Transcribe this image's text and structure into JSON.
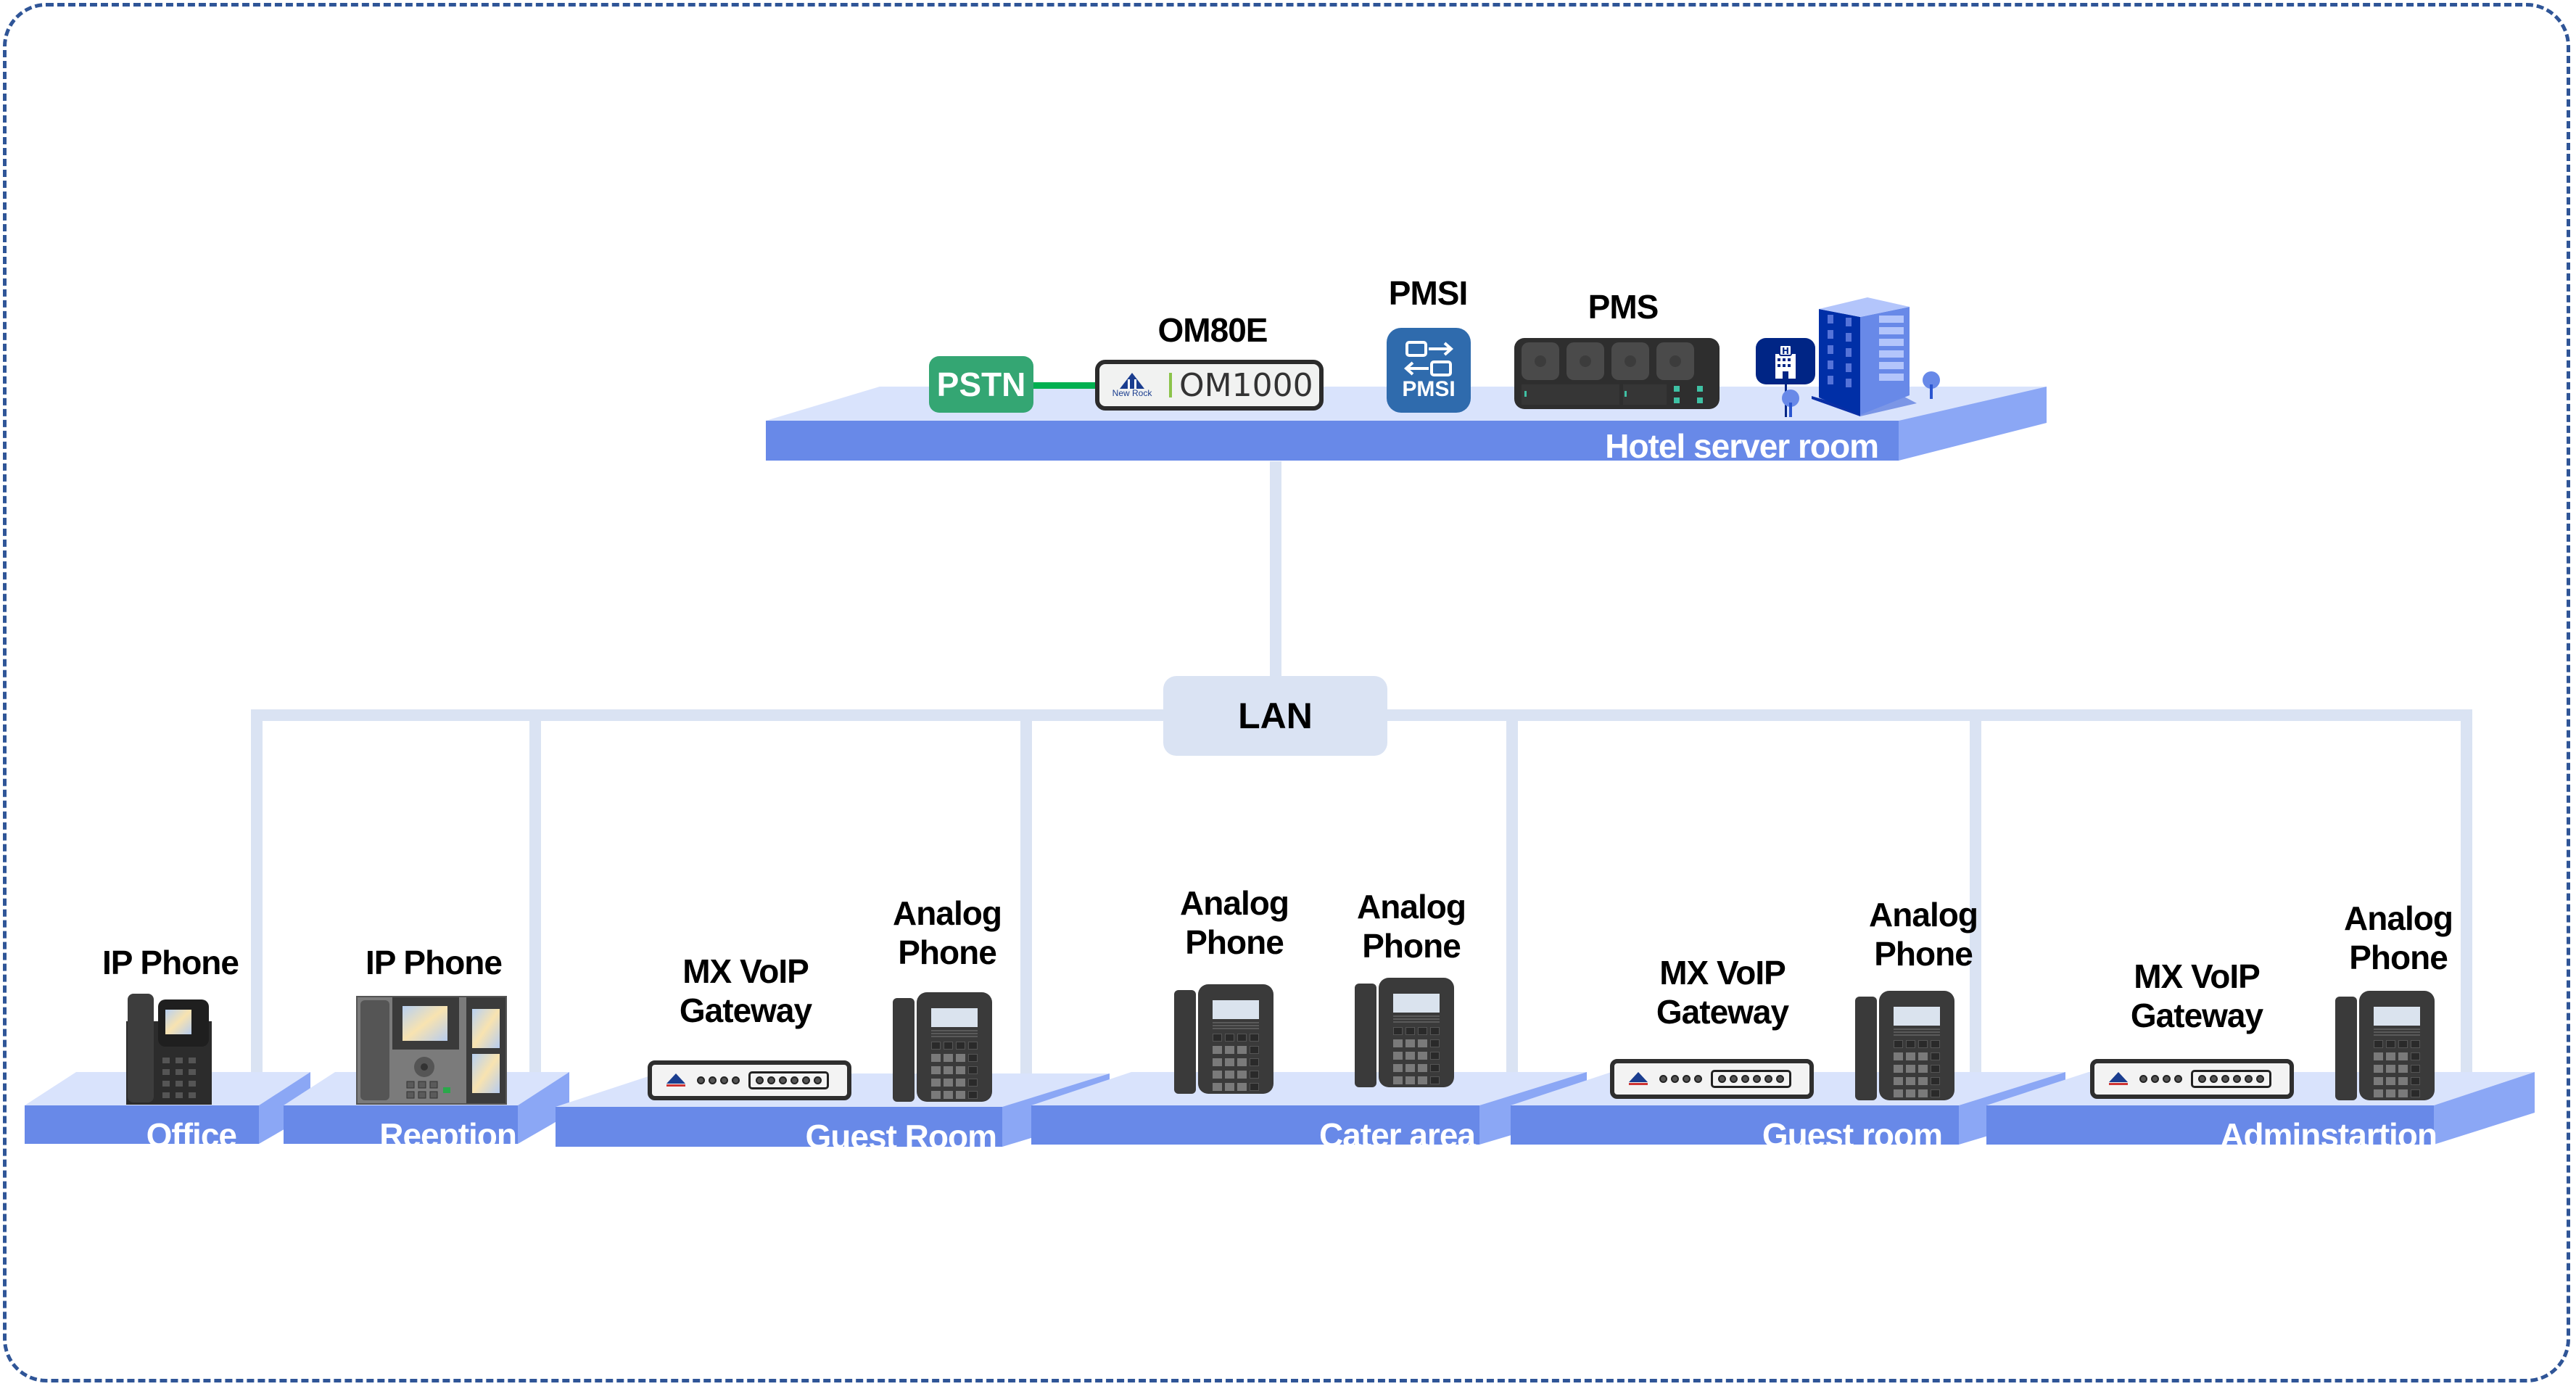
{
  "title": "Hotel VoIP network topology",
  "colors": {
    "frame_border": "#2f5597",
    "platform_front": "#6889e8",
    "platform_top": "#d9e3fc",
    "platform_side": "#8ba7f5",
    "lan_bus": "#dae3f3",
    "pstn": "#34a673",
    "pstn_link": "#00b050",
    "pmsi": "#2f6bad",
    "hotel_pin": "#002585"
  },
  "server_room": {
    "name": "Hotel server room",
    "pstn": {
      "label": "PSTN",
      "icon": "pstn-badge"
    },
    "om80e": {
      "label": "OM80E",
      "device_model": "OM1000",
      "brand": "New Rock",
      "icon": "ippbx-device-icon"
    },
    "pmsi": {
      "label": "PMSI",
      "icon_text": "PMSI",
      "icon": "exchange-arrows-icon"
    },
    "pms": {
      "label": "PMS",
      "icon": "server-device-icon"
    },
    "hotel": {
      "icon": "hotel-building-icon",
      "pin_text": "H"
    }
  },
  "lan": {
    "label": "LAN"
  },
  "areas": [
    {
      "name": "Office",
      "devices": [
        {
          "label": "IP Phone",
          "type": "ip-phone"
        }
      ]
    },
    {
      "name": "Reeption",
      "devices": [
        {
          "label": "IP Phone",
          "type": "ip-phone-pro"
        }
      ]
    },
    {
      "name": "Guest Room",
      "devices": [
        {
          "label": "MX VoIP\nGateway",
          "type": "voip-gateway"
        },
        {
          "label": "Analog\nPhone",
          "type": "analog-phone"
        }
      ]
    },
    {
      "name": "Cater area",
      "devices": [
        {
          "label": "Analog\nPhone",
          "type": "analog-phone"
        },
        {
          "label": "Analog\nPhone",
          "type": "analog-phone"
        }
      ]
    },
    {
      "name": "Guest room",
      "devices": [
        {
          "label": "MX VoIP\nGateway",
          "type": "voip-gateway"
        },
        {
          "label": "Analog\nPhone",
          "type": "analog-phone"
        }
      ]
    },
    {
      "name": "Adminstartion",
      "devices": [
        {
          "label": "MX VoIP\nGateway",
          "type": "voip-gateway"
        },
        {
          "label": "Analog\nPhone",
          "type": "analog-phone"
        }
      ]
    }
  ]
}
